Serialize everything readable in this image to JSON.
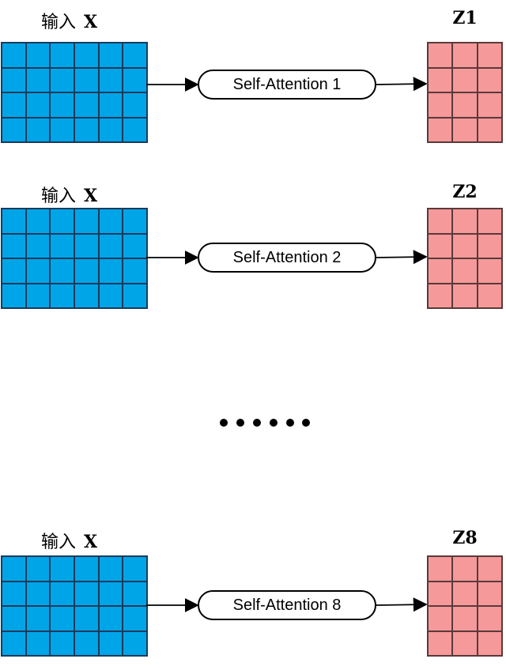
{
  "rows": [
    {
      "input_label_cn": "输入",
      "input_label_x": "X",
      "block_label": "Self-Attention 1",
      "output_label": "Z1"
    },
    {
      "input_label_cn": "输入",
      "input_label_x": "X",
      "block_label": "Self-Attention 2",
      "output_label": "Z2"
    },
    {
      "input_label_cn": "输入",
      "input_label_x": "X",
      "block_label": "Self-Attention 8",
      "output_label": "Z8"
    }
  ],
  "colors": {
    "input_matrix": "#00a5e8",
    "output_matrix": "#f5999a",
    "stroke": "#000000"
  },
  "matrix": {
    "input_rows": 4,
    "input_cols": 6,
    "output_rows": 4,
    "output_cols": 3
  },
  "ellipsis_dots": 6
}
